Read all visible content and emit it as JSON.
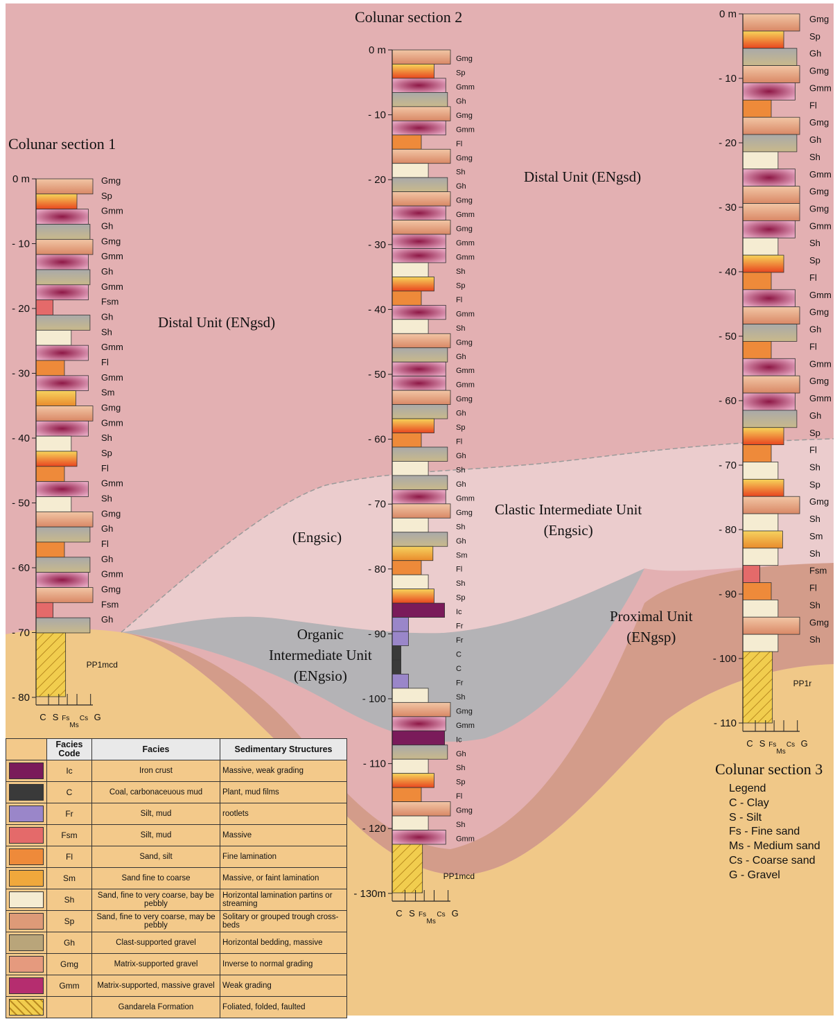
{
  "sections": [
    {
      "title": "Colunar section 1",
      "top_depth_m": 0,
      "basement_label": "PP1mcd",
      "depth_labels": [
        "0 m",
        "- 10",
        "- 20",
        "- 30",
        "- 40",
        "- 50",
        "- 60",
        "- 70",
        "- 80"
      ],
      "facies_labels": [
        "Gmg",
        "Sp",
        "Gmm",
        "Gh",
        "Gmg",
        "Gmm",
        "Gh",
        "Gmm",
        "Fsm",
        "Gh",
        "Sh",
        "Gmm",
        "Fl",
        "Gmm",
        "Sm",
        "Gmg",
        "Gmm",
        "Sh",
        "Sp",
        "Fl",
        "Gmm",
        "Sh",
        "Gmg",
        "Gh",
        "Fl",
        "Gh",
        "Gmm",
        "Gmg",
        "Fsm",
        "Gh"
      ],
      "axis_labels": [
        "C",
        "S",
        "Fs",
        "Ms",
        "Cs",
        "G"
      ]
    },
    {
      "title": "Colunar section 2",
      "top_depth_m": 0,
      "basement_label": "PP1mcd",
      "depth_labels": [
        "0 m",
        "- 10",
        "- 20",
        "- 30",
        "- 40",
        "- 50",
        "- 60",
        "- 70",
        "- 80",
        "- 90",
        "- 100",
        "- 110",
        "- 120",
        "- 130m"
      ],
      "facies_labels": [
        "Gmg",
        "Sp",
        "Gmm",
        "Gh",
        "Gmg",
        "Gmm",
        "Fl",
        "Gmg",
        "Sh",
        "Gh",
        "Gmg",
        "Gmm",
        "Gmg",
        "Gmm",
        "Gmm",
        "Sh",
        "Sp",
        "Fl",
        "Gmm",
        "Sh",
        "Gmg",
        "Gh",
        "Gmm",
        "Gmm",
        "Gmg",
        "Gh",
        "Sp",
        "Fl",
        "Gh",
        "Sh",
        "Gh",
        "Gmm",
        "Gmg",
        "Sh",
        "Gh",
        "Sm",
        "Fl",
        "Sh",
        "Sp",
        "Ic",
        "Fr",
        "Fr",
        "C",
        "C",
        "Fr",
        "Sh",
        "Gmg",
        "Gmm",
        "Ic",
        "Gh",
        "Sh",
        "Sp",
        "Fl",
        "Gmg",
        "Sh",
        "Gmm"
      ],
      "axis_labels": [
        "C",
        "S",
        "Fs",
        "Ms",
        "Cs",
        "G"
      ]
    },
    {
      "title": "Colunar section 3",
      "top_depth_m": 0,
      "basement_label": "PP1r",
      "depth_labels": [
        "0 m",
        "- 10",
        "- 20",
        "- 30",
        "- 40",
        "- 50",
        "- 60",
        "- 70",
        "- 80",
        "- 90",
        "- 100",
        "- 110"
      ],
      "facies_labels": [
        "Gmg",
        "Sp",
        "Gh",
        "Gmg",
        "Gmm",
        "Fl",
        "Gmg",
        "Gh",
        "Sh",
        "Gmm",
        "Gmg",
        "Gmg",
        "Gmm",
        "Sh",
        "Sp",
        "Fl",
        "Gmm",
        "Gmg",
        "Gh",
        "Fl",
        "Gmm",
        "Gmg",
        "Gmm",
        "Gh",
        "Sp",
        "Fl",
        "Sh",
        "Sp",
        "Gmg",
        "Sh",
        "Sm",
        "Sh",
        "Fsm",
        "Fl",
        "Sh",
        "Gmg",
        "Sh"
      ],
      "axis_labels": [
        "C",
        "S",
        "Fs",
        "Ms",
        "Cs",
        "G"
      ]
    }
  ],
  "units": {
    "distal_1": "Distal Unit (ENgsd)",
    "distal_2": "Distal Unit (ENgsd)",
    "engsic_1": "(Engsic)",
    "clastic_intermediate": [
      "Clastic Intermediate Unit",
      "(Engsic)"
    ],
    "organic_intermediate": [
      "Organic",
      "Intermediate Unit",
      "(ENgsio)"
    ],
    "proximal": [
      "Proximal Unit",
      "(ENgsp)"
    ]
  },
  "legend": {
    "title": "Legend",
    "items": [
      "C - Clay",
      "S - Silt",
      "Fs - Fine sand",
      "Ms - Medium sand",
      "Cs - Coarse sand",
      "G - Gravel"
    ]
  },
  "facies_table": {
    "headers": [
      "Facies Code",
      "Facies",
      "Sedimentary Structures"
    ],
    "rows": [
      {
        "code": "Ic",
        "facies": "Iron crust",
        "structures": "Massive, weak grading",
        "color": "#7a1b5a"
      },
      {
        "code": "C",
        "facies": "Coal, carbonaceuous mud",
        "structures": "Plant, mud films",
        "color": "#3a3a3a"
      },
      {
        "code": "Fr",
        "facies": "Silt, mud",
        "structures": "rootlets",
        "color": "#9a86c9"
      },
      {
        "code": "Fsm",
        "facies": "Silt, mud",
        "structures": "Massive",
        "color": "#e46a6a"
      },
      {
        "code": "Fl",
        "facies": "Sand, silt",
        "structures": "Fine lamination",
        "color": "#ee8a3a"
      },
      {
        "code": "Sm",
        "facies": "Sand fine to coarse",
        "structures": "Massive, or faint lamination",
        "color": "#f0a83c"
      },
      {
        "code": "Sh",
        "facies": "Sand, fine to very coarse, bay be pebbly",
        "structures": "Horizontal lamination partins or streaming",
        "color": "#f5ecd2"
      },
      {
        "code": "Sp",
        "facies": "Sand, fine to very coarse, may be pebbly",
        "structures": "Solitary or grouped trough cross-beds",
        "color": "#dd9a78"
      },
      {
        "code": "Gh",
        "facies": "Clast-supported gravel",
        "structures": "Horizontal bedding, massive",
        "color": "#b9a57a"
      },
      {
        "code": "Gmg",
        "facies": "Matrix-supported gravel",
        "structures": "Inverse to normal grading",
        "color": "#e59a7e"
      },
      {
        "code": "Gmm",
        "facies": "Matrix-supported, massive gravel",
        "structures": "Weak grading",
        "color": "#b52d6f"
      },
      {
        "code": "",
        "facies": "Gandarela Formation",
        "structures": "Foliated, folded, faulted",
        "color": "#eecb4a"
      }
    ]
  },
  "colors": {
    "distal": "#e3b0b2",
    "clastic": "#ebcccd",
    "organic": "#b4b3b6",
    "proximal": "#d39c8a",
    "basement": "#f0c888"
  }
}
